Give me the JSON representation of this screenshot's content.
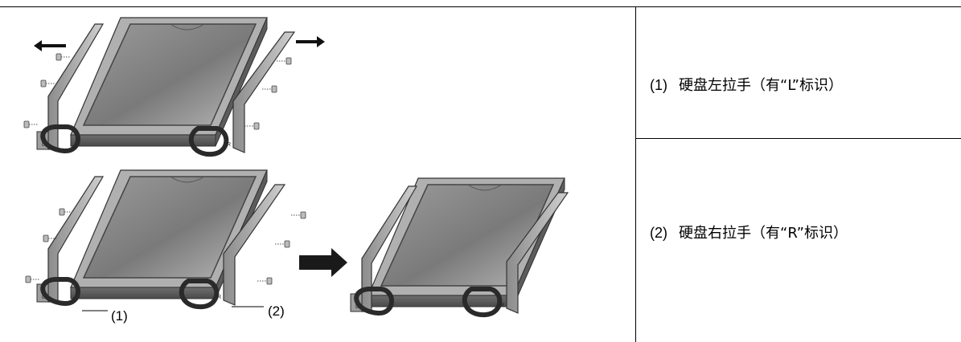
{
  "legend": [
    {
      "number": "(1)",
      "text": "硬盘左拉手（有“L”标识）"
    },
    {
      "number": "(2)",
      "text": "硬盘右拉手（有“R”标识）"
    }
  ],
  "figure": {
    "callouts": [
      "(1)",
      "(2)"
    ],
    "handle_marks": [
      "L",
      "R"
    ],
    "icons": [
      "arrow-left-icon",
      "arrow-right-icon",
      "screw-icon",
      "hard-drive-icon",
      "drive-bracket-icon"
    ]
  }
}
